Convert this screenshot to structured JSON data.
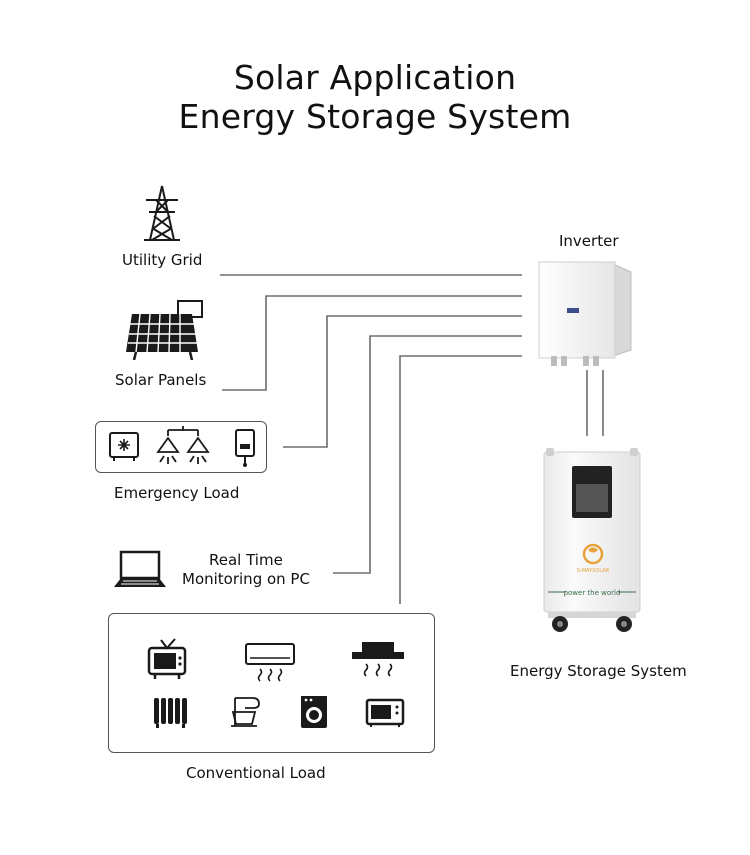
{
  "title": {
    "line1": "Solar Application",
    "line2": "Energy Storage System"
  },
  "labels": {
    "utility_grid": "Utility Grid",
    "solar_panels": "Solar Panels",
    "emergency_load": "Emergency Load",
    "monitoring_line1": "Real Time",
    "monitoring_line2": "Monitoring on PC",
    "conventional_load": "Conventional Load",
    "inverter": "Inverter",
    "energy_storage": "Energy Storage System"
  },
  "battery": {
    "brand": "S-MAYSOLAR",
    "slogan": "power the world"
  },
  "colors": {
    "line": "#6e6e6e",
    "icon": "#1a1a1a",
    "cabinet": "#f1f1f1",
    "brand_accent": "#e8a23a"
  },
  "icons": {
    "utility_grid": "power-tower-icon",
    "solar_panels": "solar-panel-icon",
    "emergency": [
      "refrigerator-icon",
      "ceiling-lamp-icon",
      "water-heater-icon"
    ],
    "monitoring": "laptop-icon",
    "conventional": [
      "tv-icon",
      "air-conditioner-icon",
      "range-hood-icon",
      "radiator-icon",
      "mixer-icon",
      "washing-machine-icon",
      "microwave-icon"
    ]
  }
}
